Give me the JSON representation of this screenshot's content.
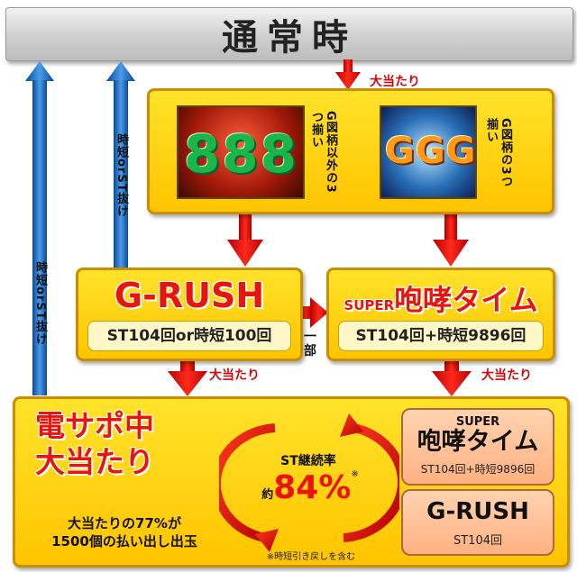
{
  "top": {
    "title": "通常時"
  },
  "labels": {
    "jackpot": "大当たり",
    "partial_1": "一",
    "partial_2": "部",
    "jidan_st": "時短orST抜け"
  },
  "reels": {
    "left_text": "G図柄以外の3つ揃い",
    "right_text": "G図柄の3つ揃い",
    "left_symbols": "888",
    "right_symbols": "GGG"
  },
  "grush": {
    "title": "G-RUSH",
    "detail": "ST104回or時短100回"
  },
  "super": {
    "prefix": "SUPER",
    "title": "咆哮タイム",
    "detail": "ST104回+時短9896回"
  },
  "bottom": {
    "title_line1": "電サポ中",
    "title_line2": "大当たり",
    "note_line1": "大当たりの77%が",
    "note_line2": "1500個の払い出し出玉",
    "rate_label": "ST継続率",
    "rate_prefix": "約",
    "rate_value": "84%",
    "rate_mark": "※",
    "footnote": "※時短引き戻しを含む",
    "super_prefix": "SUPER",
    "super_title": "咆哮タイム",
    "super_detail": "ST104回+時短9896回",
    "grush_title": "G-RUSH",
    "grush_detail": "ST104回"
  },
  "colors": {
    "red": "#e8140e",
    "yellow": "#ffd000",
    "blue": "#1f6fc8",
    "gray": "#cfcfcf"
  }
}
